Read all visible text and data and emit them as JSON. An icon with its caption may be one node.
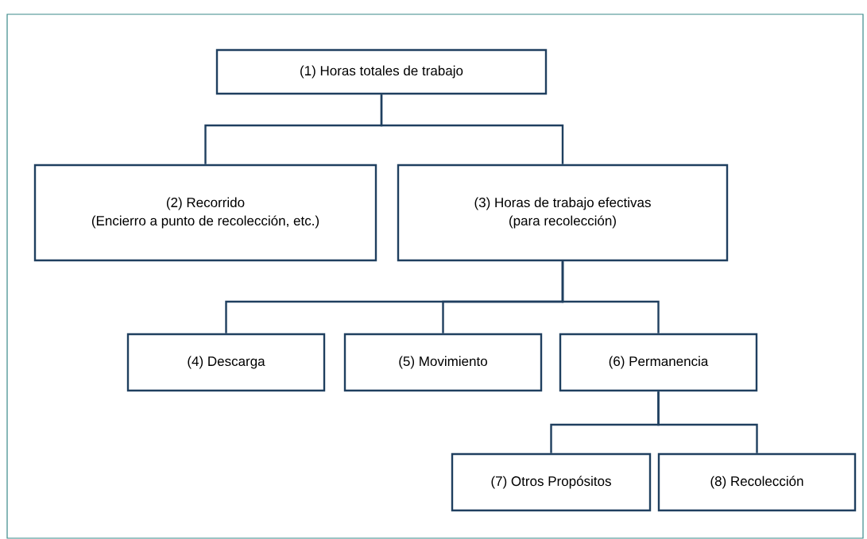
{
  "diagram": {
    "nodes": [
      {
        "text": [
          "(1) Horas totales de trabajo"
        ]
      },
      {
        "text": [
          "(2) Recorrido",
          "(Encierro a punto de recolección, etc.)"
        ]
      },
      {
        "text": [
          "(3) Horas de trabajo efectivas",
          "(para recolección)"
        ]
      },
      {
        "text": [
          "(4) Descarga"
        ]
      },
      {
        "text": [
          "(5) Movimiento"
        ]
      },
      {
        "text": [
          "(6) Permanencia"
        ]
      },
      {
        "text": [
          "(7) Otros Propósitos"
        ]
      },
      {
        "text": [
          "(8) Recolección"
        ]
      }
    ],
    "edges": [
      {
        "from": 0,
        "to": 1,
        "arrow": "none"
      },
      {
        "from": 0,
        "to": 2,
        "arrow": "none"
      },
      {
        "from": 2,
        "to": 3,
        "arrow": "none"
      },
      {
        "from": 2,
        "to": 4,
        "arrow": "none"
      },
      {
        "from": 2,
        "to": 5,
        "arrow": "none"
      },
      {
        "from": 5,
        "to": 6,
        "arrow": "none"
      },
      {
        "from": 5,
        "to": 7,
        "arrow": "none"
      }
    ]
  }
}
